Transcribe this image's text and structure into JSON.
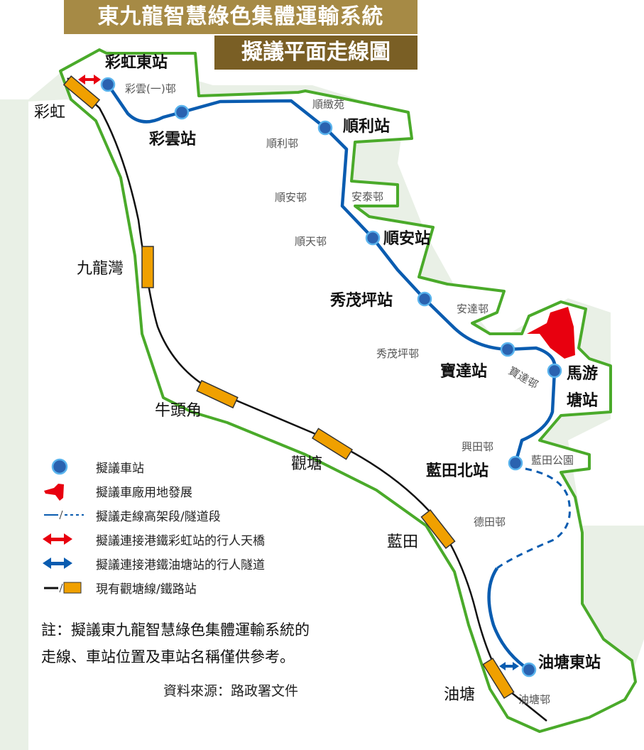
{
  "title": {
    "line1": "東九龍智慧綠色集體運輸系統",
    "line2": "擬議平面走線圖"
  },
  "proposed_stations": [
    "彩虹東站",
    "彩雲站",
    "順利站",
    "順安站",
    "秀茂坪站",
    "寶達站",
    "馬游塘站",
    "藍田北站",
    "油塘東站"
  ],
  "estates": [
    "彩雲(一)邨",
    "順緻苑",
    "順利邨",
    "順安邨",
    "安泰邨",
    "順天邨",
    "安達邨",
    "秀茂坪邨",
    "寶達邨",
    "興田邨",
    "藍田公園",
    "德田邨",
    "油塘邨"
  ],
  "existing_stations": [
    "彩虹",
    "九龍灣",
    "牛頭角",
    "觀塘",
    "藍田",
    "油塘"
  ],
  "legend": [
    {
      "label": "擬議車站",
      "icon": "blue-dot"
    },
    {
      "label": "擬議車廠用地發展",
      "icon": "red-shape"
    },
    {
      "label": "擬議走線高架段/隧道段",
      "icon": "blue-solid-dashed-line"
    },
    {
      "label": "擬議連接港鐵彩虹站的行人天橋",
      "icon": "red-double-arrow"
    },
    {
      "label": "擬議連接港鐵油塘站的行人隧道",
      "icon": "blue-double-arrow"
    },
    {
      "label": "現有觀塘線/鐵路站",
      "icon": "black-line-orange-box"
    }
  ],
  "note": {
    "line1": "註：擬議東九龍智慧綠色集體運輸系統的",
    "line2": "走線、車站位置及車站名稱僅供參考。"
  },
  "source": "資料來源：路政署文件",
  "colors": {
    "route": "#0a5cb0",
    "station": "#2a62b0",
    "existing_station": "#f0a000",
    "depot": "#e8000f",
    "boundary": "#4aaa2a",
    "title_bg": "#a68a45",
    "title_bg2": "#7a5f25"
  }
}
